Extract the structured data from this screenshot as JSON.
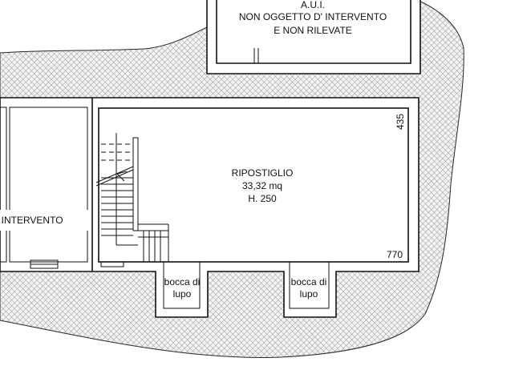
{
  "rooms": {
    "aui_title": "A.U.I.",
    "aui_line1": "NON OGGETTO D' INTERVENTO",
    "aui_line2": "E NON RILEVATE",
    "left_label": "' INTERVENTO",
    "main_name": "RIPOSTIGLIO",
    "main_area": "33,32 mq",
    "main_height": "H. 250"
  },
  "dimensions": {
    "depth": "435",
    "width": "770"
  },
  "windows": [
    {
      "line1": "bocca di",
      "line2": "lupo"
    },
    {
      "line1": "bocca di",
      "line2": "lupo"
    }
  ]
}
